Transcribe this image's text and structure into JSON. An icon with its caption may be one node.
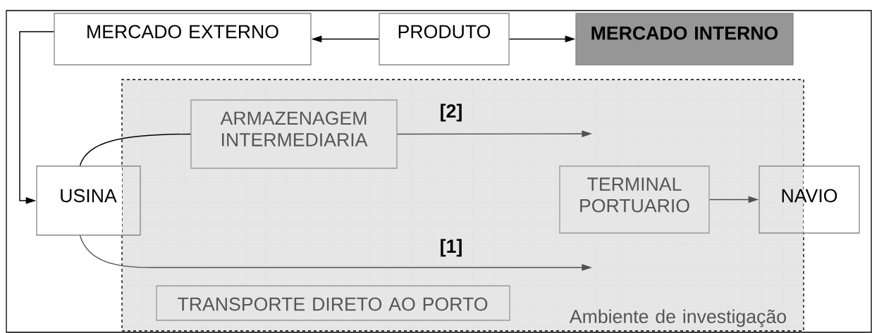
{
  "diagram": {
    "nodes": [
      {
        "text": [
          "MERCADO EXTERNO"
        ]
      },
      {
        "text": [
          "PRODUTO"
        ]
      },
      {
        "text": [
          "MERCADO INTERNO"
        ]
      },
      {
        "text": [
          "Ambiente de investigação"
        ]
      },
      {
        "text": [
          "ARMAZENAGEM INTERMEDIARIA"
        ],
        "in": 3
      },
      {
        "text": [
          "USINA"
        ]
      },
      {
        "text": [
          "TERMINAL PORTUARIO"
        ],
        "in": 3
      },
      {
        "text": [
          "NAVIO"
        ]
      },
      {
        "text": [
          "TRANSPORTE DIRETO AO PORTO"
        ],
        "in": 3
      }
    ],
    "edges": [
      {
        "from": 1,
        "to": 0,
        "arrow": "to"
      },
      {
        "from": 1,
        "to": 2,
        "arrow": "to"
      },
      {
        "from": 0,
        "to": 5,
        "arrow": "to"
      },
      {
        "from": 5,
        "to": 4,
        "arrow": "none"
      },
      {
        "from": 4,
        "to": null,
        "arrow": "to",
        "label": "[2]",
        "color": "#505050"
      },
      {
        "from": 5,
        "to": null,
        "arrow": "to",
        "label": "[1]",
        "color": "#505050"
      },
      {
        "from": 6,
        "to": 7,
        "arrow": "to",
        "color": "#505050"
      }
    ]
  }
}
